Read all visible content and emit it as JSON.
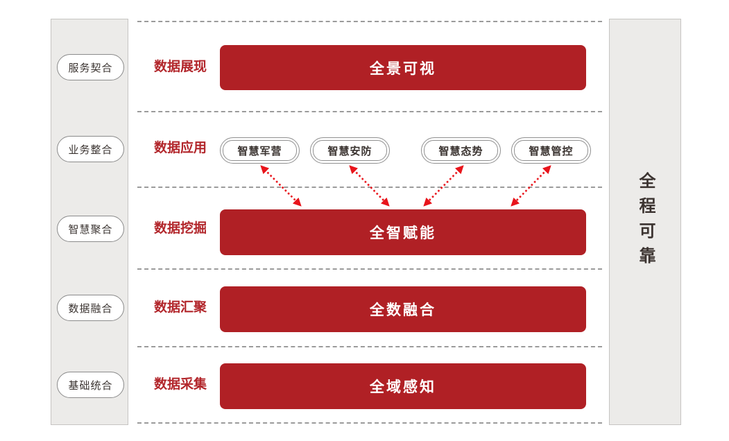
{
  "left_panel": {
    "items": [
      {
        "label": "服务契合"
      },
      {
        "label": "业务整合"
      },
      {
        "label": "智慧聚合"
      },
      {
        "label": "数据融合"
      },
      {
        "label": "基础统合"
      }
    ]
  },
  "right_panel": {
    "label": "全程可靠"
  },
  "layers": [
    {
      "category": "数据展现",
      "block": "全景可视"
    },
    {
      "category": "数据应用",
      "apps": [
        "智慧军营",
        "智慧安防",
        "智慧态势",
        "智慧管控"
      ]
    },
    {
      "category": "数据挖掘",
      "block": "全智赋能"
    },
    {
      "category": "数据汇聚",
      "block": "全数融合"
    },
    {
      "category": "数据采集",
      "block": "全域感知"
    }
  ],
  "icons": {
    "arrow": "double-headed-dashed-arrow"
  },
  "colors": {
    "block_red": "#B02025",
    "label_red": "#B2262B",
    "arrow_red": "#E8141B",
    "panel_gray": "#ECEBE9",
    "pill_border_gray": "#8F8F8F",
    "text_dark": "#3A3330",
    "dotline_gray": "#9B9B9B"
  }
}
